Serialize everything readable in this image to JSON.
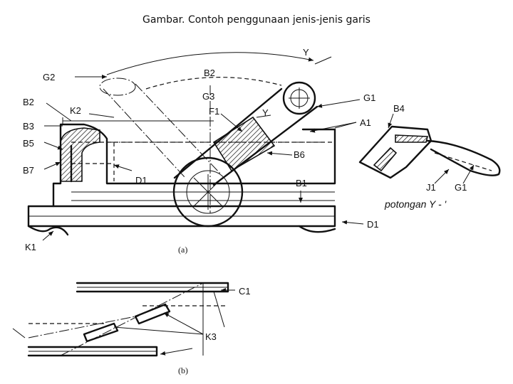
{
  "title": "Gambar. Contoh penggunaan jenis-jenis garis",
  "labels": {
    "y_top": "Y",
    "g2": "G2",
    "b2_top": "B2",
    "g3": "G3",
    "g1_top": "G1",
    "b2_left": "B2",
    "k2": "K2",
    "f1": "F1",
    "y_mid": "Y",
    "b4": "B4",
    "b3": "B3",
    "a1": "A1",
    "b5": "B5",
    "b6": "B6",
    "b7": "B7",
    "d1_mid": "D1",
    "b1": "B1",
    "j1": "J1",
    "g1_bottom": "G1",
    "potongan": "potongan Y - '",
    "d1_right": "D1",
    "k1": "K1",
    "caption_a": "(a)",
    "c1": "C1",
    "k3": "K3",
    "caption_b": "(b)"
  }
}
